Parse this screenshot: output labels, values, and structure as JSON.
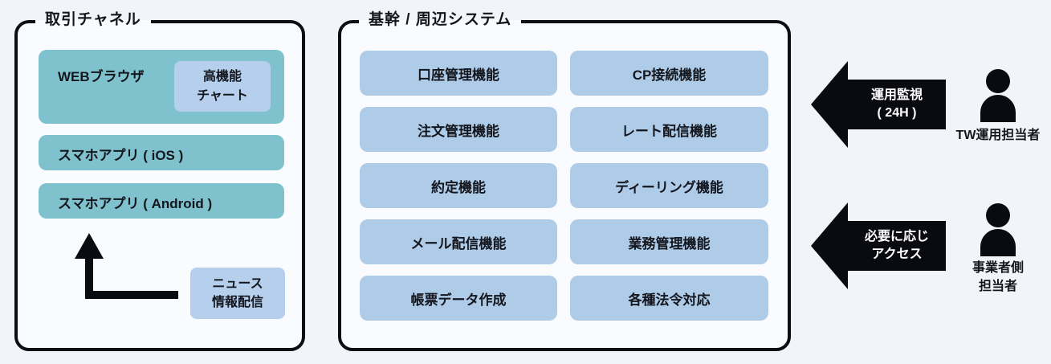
{
  "colors": {
    "background": "#f1f5fa",
    "panel_background": "#f9fbfe",
    "panel_border": "#0d0e15",
    "teal_box": "#7fc2cd",
    "blue_box": "#aecbe8",
    "badge_blue": "#b5cfec",
    "arrow_black": "#0a0b11",
    "arrow_text": "#ffffff",
    "text": "#14161d"
  },
  "channels_panel": {
    "title": "取引チャネル",
    "web_browser_label": "WEBブラウザ",
    "chart_badge": "高機能\nチャート",
    "app_ios": "スマホアプリ ( iOS )",
    "app_android": "スマホアプリ ( Android )",
    "news_badge": "ニュース\n情報配信"
  },
  "core_panel": {
    "title": "基幹 / 周辺システム",
    "functions": [
      "口座管理機能",
      "CP接続機能",
      "注文管理機能",
      "レート配信機能",
      "約定機能",
      "ディーリング機能",
      "メール配信機能",
      "業務管理機能",
      "帳票データ作成",
      "各種法令対応"
    ]
  },
  "actors": [
    {
      "arrow_label": "運用監視\n( 24H )",
      "name": "TW運用担当者"
    },
    {
      "arrow_label": "必要に応じ\nアクセス",
      "name": "事業者側\n担当者"
    }
  ]
}
